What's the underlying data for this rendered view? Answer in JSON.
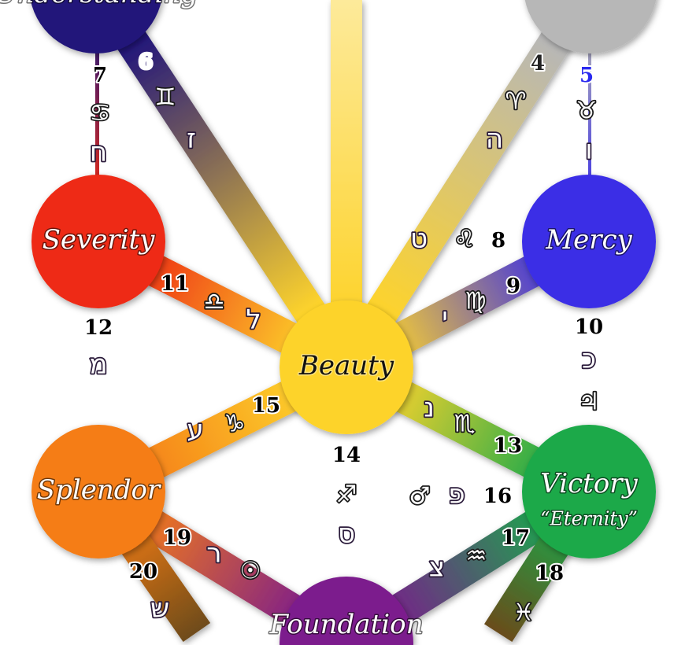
{
  "diagram": {
    "nodes": [
      {
        "id": "understanding",
        "label": "Understanding",
        "color": "#23177a",
        "text": "#ffffff"
      },
      {
        "id": "wisdom",
        "label": "",
        "color": "#b7b7b7",
        "text": "#ffffff"
      },
      {
        "id": "severity",
        "label": "Severity",
        "color": "#ee2b12",
        "text": "#ffffff"
      },
      {
        "id": "mercy",
        "label": "Mercy",
        "color": "#3b2fe6",
        "text": "#ffffff"
      },
      {
        "id": "beauty",
        "label": "Beauty",
        "color": "#fdd32c",
        "text": "#111111"
      },
      {
        "id": "splendor",
        "label": "Splendor",
        "color": "#f57d17",
        "text": "#ffffff"
      },
      {
        "id": "victory",
        "label": "Victory",
        "sublabel": "“Eternity”",
        "color": "#1aa94a",
        "text": "#ffffff"
      },
      {
        "id": "foundation",
        "label": "Foundation",
        "color": "#7b1b8d",
        "text": "#ffffff"
      }
    ],
    "paths": [
      {
        "number": "4",
        "from": "wisdom",
        "to": "beauty",
        "zodiac": "♈",
        "letter": "ה",
        "number_color": "#222222"
      },
      {
        "number": "5",
        "from": "wisdom",
        "to": "mercy",
        "zodiac": "♉",
        "letter": "ו",
        "number_color": "#2a2af0"
      },
      {
        "number": "6",
        "from": "understanding",
        "to": "beauty",
        "zodiac": "♊",
        "letter": "ז",
        "number_color": "#ffffff"
      },
      {
        "number": "7",
        "from": "understanding",
        "to": "severity",
        "zodiac": "♋",
        "letter": "ח",
        "number_color": "#000000"
      },
      {
        "number": "8",
        "from": "severity",
        "to": "mercy",
        "zodiac": "♌",
        "letter": "ט",
        "number_color": "#000000"
      },
      {
        "number": "9",
        "from": "mercy",
        "to": "beauty",
        "zodiac": "♍",
        "letter": "י",
        "number_color": "#000000"
      },
      {
        "number": "10",
        "from": "mercy",
        "to": "victory",
        "zodiac": "♃",
        "letter": "כ",
        "number_color": "#000000"
      },
      {
        "number": "11",
        "from": "severity",
        "to": "beauty",
        "zodiac": "♎",
        "letter": "ל",
        "number_color": "#000000"
      },
      {
        "number": "12",
        "from": "severity",
        "to": "splendor",
        "zodiac": "",
        "letter": "מ",
        "number_color": "#000000"
      },
      {
        "number": "13",
        "from": "victory",
        "to": "beauty",
        "zodiac": "♏",
        "letter": "נ",
        "number_color": "#000000"
      },
      {
        "number": "14",
        "from": "beauty",
        "to": "foundation",
        "zodiac": "♐",
        "letter": "ס",
        "number_color": "#000000"
      },
      {
        "number": "15",
        "from": "splendor",
        "to": "beauty",
        "zodiac": "♑",
        "letter": "ע",
        "number_color": "#000000"
      },
      {
        "number": "16",
        "from": "victory",
        "to": "splendor",
        "zodiac": "♂",
        "letter": "פ",
        "number_color": "#000000"
      },
      {
        "number": "17",
        "from": "victory",
        "to": "foundation",
        "zodiac": "♒",
        "letter": "צ",
        "number_color": "#000000"
      },
      {
        "number": "18",
        "from": "victory",
        "to": "kingdom",
        "zodiac": "♓",
        "letter": "",
        "number_color": "#000000"
      },
      {
        "number": "19",
        "from": "splendor",
        "to": "foundation",
        "zodiac": "☉",
        "letter": "ר",
        "number_color": "#000000"
      },
      {
        "number": "20",
        "from": "splendor",
        "to": "kingdom",
        "zodiac": "",
        "letter": "ש",
        "number_color": "#000000"
      }
    ]
  }
}
